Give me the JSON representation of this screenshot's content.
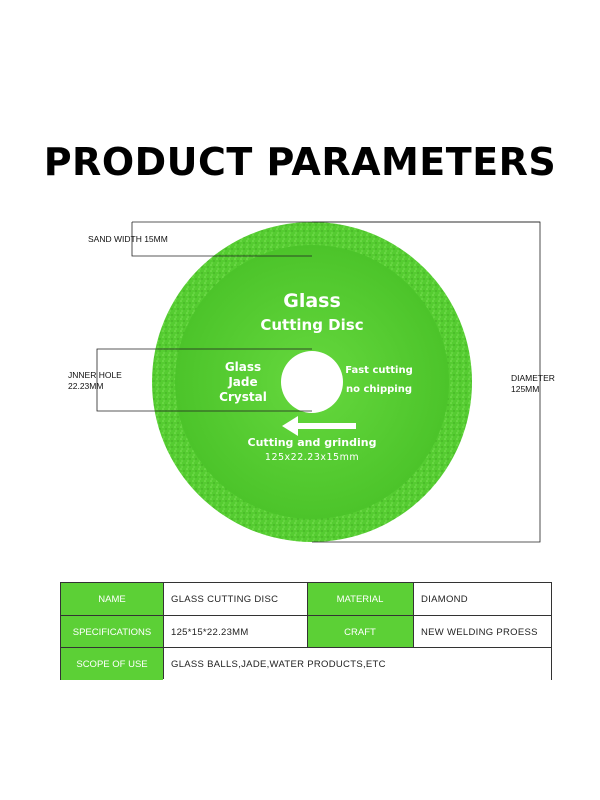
{
  "title": "PRODUCT PARAMETERS",
  "colors": {
    "disc_green": "#5cd036",
    "disc_dark": "#3fae22",
    "label_green": "#5cd036"
  },
  "disc": {
    "title_line1": "Glass",
    "title_line2": "Cutting Disc",
    "left_lines": [
      "Glass",
      "Jade",
      "Crystal"
    ],
    "right_lines": [
      "Fast cutting",
      "no chipping"
    ],
    "bottom_line1": "Cutting and grinding",
    "bottom_line2": "125x22.23x15mm",
    "arrow_icon": "left-arrow-icon"
  },
  "annotations": {
    "sand_width": "SAND WIDTH 15MM",
    "inner_hole_line1": "JNNER HOLE",
    "inner_hole_line2": "22.23MM",
    "diameter_line1": "DIAMETER",
    "diameter_line2": "125MM"
  },
  "table": {
    "rows": [
      {
        "label": "NAME",
        "value": "GLASS CUTTING DISC",
        "label2": "MATERIAL",
        "value2": "DIAMOND"
      },
      {
        "label": "SPECIFICATIONS",
        "value": "125*15*22.23MM",
        "label2": "CRAFT",
        "value2": "NEW WELDING PROESS"
      },
      {
        "label": "SCOPE OF USE",
        "value": "GLASS BALLS,JADE,WATER PRODUCTS,ETC"
      }
    ]
  }
}
